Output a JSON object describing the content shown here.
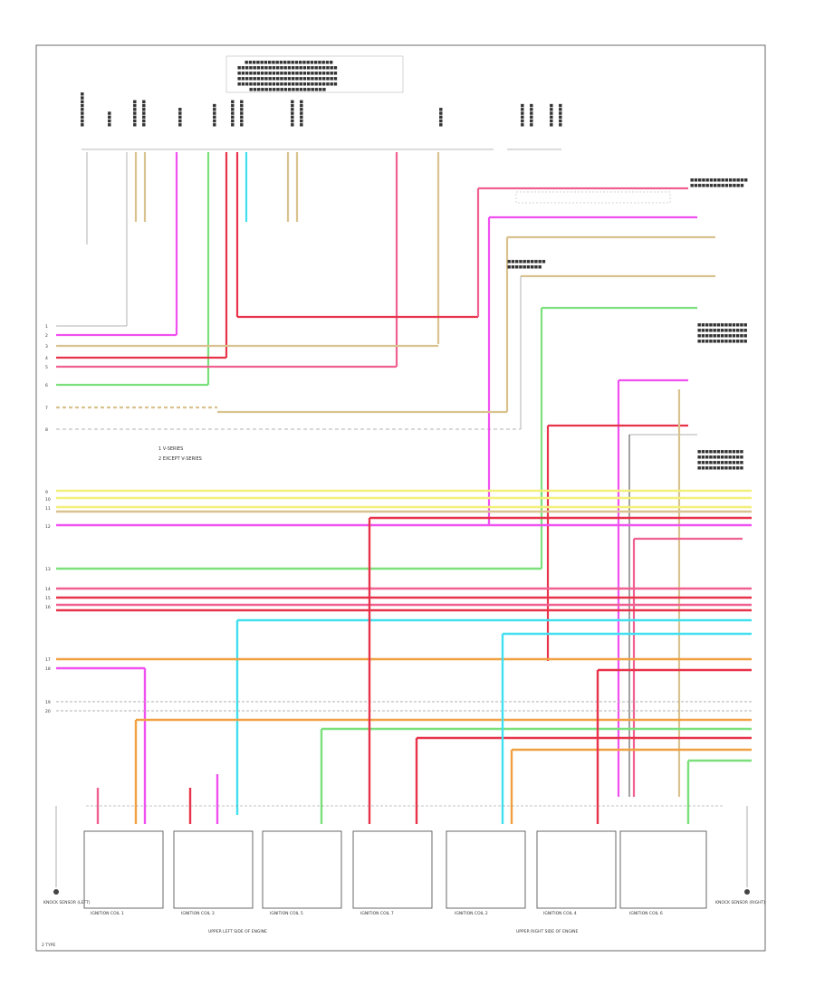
{
  "colors": {
    "pink": "#f06090",
    "red": "#e8334a",
    "magenta": "#f050f0",
    "yellow": "#f2f07a",
    "tan": "#d9c28f",
    "green": "#7be07b",
    "cyan": "#40e0f0",
    "orange": "#f0a040",
    "gray": "#b0b0b0",
    "black": "#444444"
  },
  "labels": {
    "legend_1": "1  V-SERIES",
    "legend_2": "2  EXCEPT V-SERIES",
    "footer_left": "2 TYPE",
    "left_bank_caption": "UPPER LEFT SIDE OF ENGINE",
    "right_bank_caption": "UPPER RIGHT SIDE OF ENGINE",
    "left_sensor_label": "KNOCK SENSOR (LEFT)",
    "right_sensor_label": "KNOCK SENSOR (RIGHT)",
    "coil_label_1": "IGNITION COIL 1",
    "coil_label_2": "IGNITION COIL 3",
    "coil_label_3": "IGNITION COIL 5",
    "coil_label_4": "IGNITION COIL 7",
    "coil_label_5": "IGNITION COIL 2",
    "coil_label_6": "IGNITION COIL 4",
    "coil_label_7": "IGNITION COIL 6",
    "ecm_label": "ENGINE CONTROL MODULE",
    "fuel_pump_label": "FUEL PUMP FLOW CONTROL MODULE",
    "fuel_tank_label": "FUEL TANK PRESSURE SENSOR",
    "evap_label": "EVAP VENT SOLENOID",
    "purge_label": "PURGE SOLENOID"
  }
}
